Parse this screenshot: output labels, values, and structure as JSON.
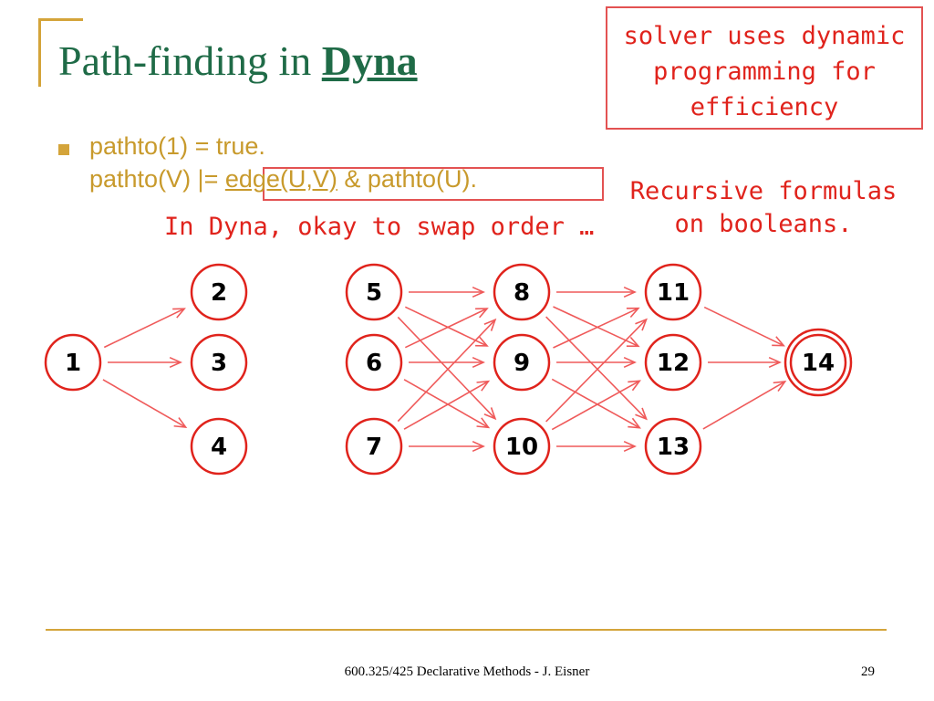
{
  "slide": {
    "title_plain": "Path-finding in ",
    "title_strong": "Dyna",
    "callout_lines": [
      "solver uses dynamic",
      "programming for",
      "efficiency"
    ],
    "code_line1": "pathto(1) = true.",
    "code_line2_pre": "pathto(V) |= ",
    "code_edge": "edge(U,V)",
    "code_line2_post": " & pathto(U).",
    "swap_note": "In Dyna, okay to swap order …",
    "recursive_lines": [
      "Recursive formulas",
      "on booleans."
    ],
    "footer": "600.325/425 Declarative Methods - J. Eisner",
    "page_number": "29"
  },
  "colors": {
    "title": "#1f6b47",
    "accent": "#d4a43a",
    "code": "#c89a2c",
    "red": "#e0231c",
    "edge": "#ef5a5a"
  },
  "graph": {
    "nodes": [
      {
        "id": "1",
        "label": "1"
      },
      {
        "id": "2",
        "label": "2"
      },
      {
        "id": "3",
        "label": "3"
      },
      {
        "id": "4",
        "label": "4"
      },
      {
        "id": "5",
        "label": "5"
      },
      {
        "id": "6",
        "label": "6"
      },
      {
        "id": "7",
        "label": "7"
      },
      {
        "id": "8",
        "label": "8"
      },
      {
        "id": "9",
        "label": "9"
      },
      {
        "id": "10",
        "label": "10"
      },
      {
        "id": "11",
        "label": "11"
      },
      {
        "id": "12",
        "label": "12"
      },
      {
        "id": "13",
        "label": "13"
      },
      {
        "id": "14",
        "label": "14",
        "double": true
      }
    ],
    "edges": [
      [
        "1",
        "2"
      ],
      [
        "1",
        "3"
      ],
      [
        "1",
        "4"
      ],
      [
        "5",
        "8"
      ],
      [
        "5",
        "9"
      ],
      [
        "5",
        "10"
      ],
      [
        "6",
        "8"
      ],
      [
        "6",
        "9"
      ],
      [
        "6",
        "10"
      ],
      [
        "7",
        "8"
      ],
      [
        "7",
        "9"
      ],
      [
        "7",
        "10"
      ],
      [
        "8",
        "11"
      ],
      [
        "8",
        "12"
      ],
      [
        "8",
        "13"
      ],
      [
        "9",
        "11"
      ],
      [
        "9",
        "12"
      ],
      [
        "9",
        "13"
      ],
      [
        "10",
        "11"
      ],
      [
        "10",
        "12"
      ],
      [
        "10",
        "13"
      ],
      [
        "11",
        "14"
      ],
      [
        "12",
        "14"
      ],
      [
        "13",
        "14"
      ]
    ]
  }
}
